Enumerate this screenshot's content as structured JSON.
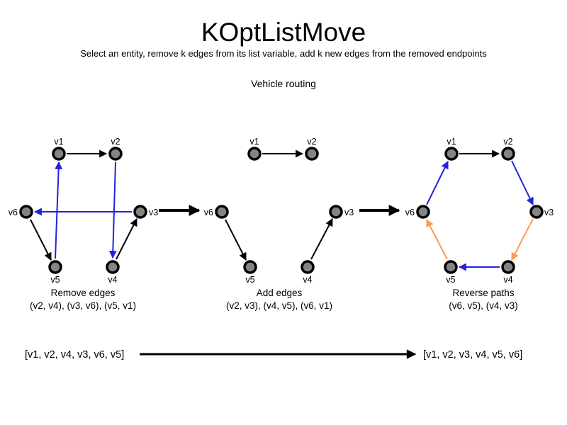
{
  "title": "KOptListMove",
  "subtitle": "Select an entity, remove k edges from its list variable, add k new edges from the removed endpoints",
  "section_label": "Vehicle routing",
  "colors": {
    "node_fill": "#848484",
    "node_border": "#000000",
    "edge_black": "#000000",
    "edge_blue": "#2222dd",
    "edge_orange": "#ff9955"
  },
  "graphs": [
    {
      "name": "remove-edges-graph",
      "caption": [
        "Remove edges",
        "(v2, v4), (v3, v6), (v5, v1)"
      ],
      "nodes": [
        "v1",
        "v2",
        "v3",
        "v4",
        "v5",
        "v6"
      ],
      "edges": [
        {
          "from": "v1",
          "to": "v2",
          "color": "black"
        },
        {
          "from": "v2",
          "to": "v4",
          "color": "blue"
        },
        {
          "from": "v4",
          "to": "v3",
          "color": "black"
        },
        {
          "from": "v3",
          "to": "v6",
          "color": "blue"
        },
        {
          "from": "v6",
          "to": "v5",
          "color": "black"
        },
        {
          "from": "v5",
          "to": "v1",
          "color": "blue"
        }
      ]
    },
    {
      "name": "add-edges-graph",
      "caption": [
        "Add edges",
        "(v2, v3), (v4, v5), (v6, v1)"
      ],
      "nodes": [
        "v1",
        "v2",
        "v3",
        "v4",
        "v5",
        "v6"
      ],
      "edges": [
        {
          "from": "v1",
          "to": "v2",
          "color": "black"
        },
        {
          "from": "v6",
          "to": "v5",
          "color": "black"
        },
        {
          "from": "v4",
          "to": "v3",
          "color": "black"
        }
      ]
    },
    {
      "name": "reverse-paths-graph",
      "caption": [
        "Reverse paths",
        "(v6, v5), (v4, v3)"
      ],
      "nodes": [
        "v1",
        "v2",
        "v3",
        "v4",
        "v5",
        "v6"
      ],
      "edges": [
        {
          "from": "v1",
          "to": "v2",
          "color": "black"
        },
        {
          "from": "v2",
          "to": "v3",
          "color": "blue"
        },
        {
          "from": "v3",
          "to": "v4",
          "color": "orange"
        },
        {
          "from": "v4",
          "to": "v5",
          "color": "blue"
        },
        {
          "from": "v5",
          "to": "v6",
          "color": "orange"
        },
        {
          "from": "v6",
          "to": "v1",
          "color": "blue"
        }
      ]
    }
  ],
  "bottom": {
    "before_list": "[v1, v2, v4, v3, v6, v5]",
    "after_list": "[v1, v2, v3, v4, v5, v6]"
  }
}
